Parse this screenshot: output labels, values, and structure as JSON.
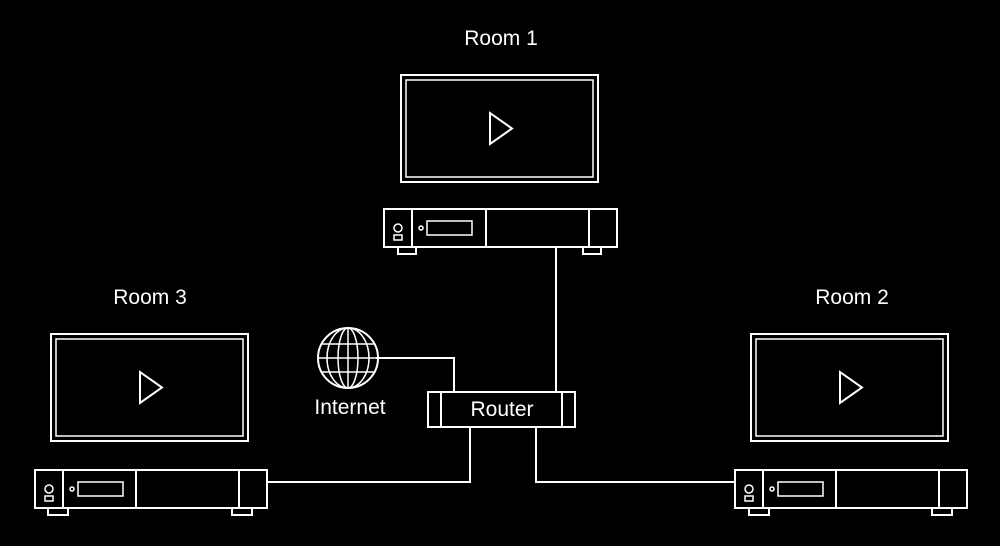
{
  "labels": {
    "room1": "Room 1",
    "room2": "Room 2",
    "room3": "Room 3",
    "internet": "Internet",
    "router": "Router"
  },
  "colors": {
    "background": "#000000",
    "stroke": "#ffffff"
  },
  "icons": {
    "tv": "tv-screen-play-icon",
    "receiver": "set-top-box-icon",
    "internet": "globe-icon"
  }
}
